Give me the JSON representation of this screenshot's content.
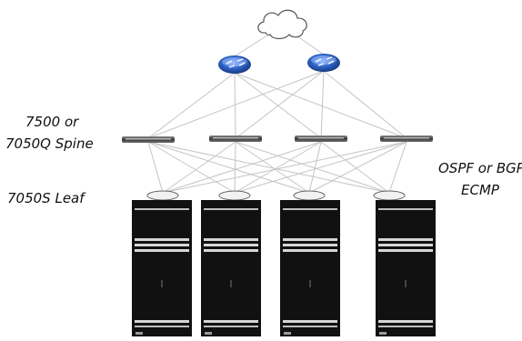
{
  "labels": {
    "spine_line1": "7500 or",
    "spine_line2": "7050Q Spine",
    "leaf": "7050S Leaf",
    "protocol_line1": "OSPF or BGP",
    "protocol_line2": "ECMP"
  },
  "nodes": {
    "cloud": {
      "icon": "cloud-icon"
    },
    "routers": [
      {
        "icon": "router-icon"
      },
      {
        "icon": "router-icon"
      }
    ],
    "spine_switches": [
      {
        "icon": "spine-switch-icon"
      },
      {
        "icon": "spine-switch-icon"
      },
      {
        "icon": "spine-switch-icon"
      },
      {
        "icon": "spine-switch-icon"
      }
    ],
    "leaf_switches": [
      {
        "icon": "leaf-switch-icon"
      },
      {
        "icon": "leaf-switch-icon"
      },
      {
        "icon": "leaf-switch-icon"
      },
      {
        "icon": "leaf-switch-icon"
      }
    ],
    "racks": [
      {
        "icon": "server-rack-icon"
      },
      {
        "icon": "server-rack-icon"
      },
      {
        "icon": "server-rack-icon"
      },
      {
        "icon": "server-rack-icon"
      }
    ]
  },
  "colors": {
    "router": "#2e63c7",
    "link": "#c4c4c4",
    "rack": "#111111",
    "switch": "#555555"
  }
}
